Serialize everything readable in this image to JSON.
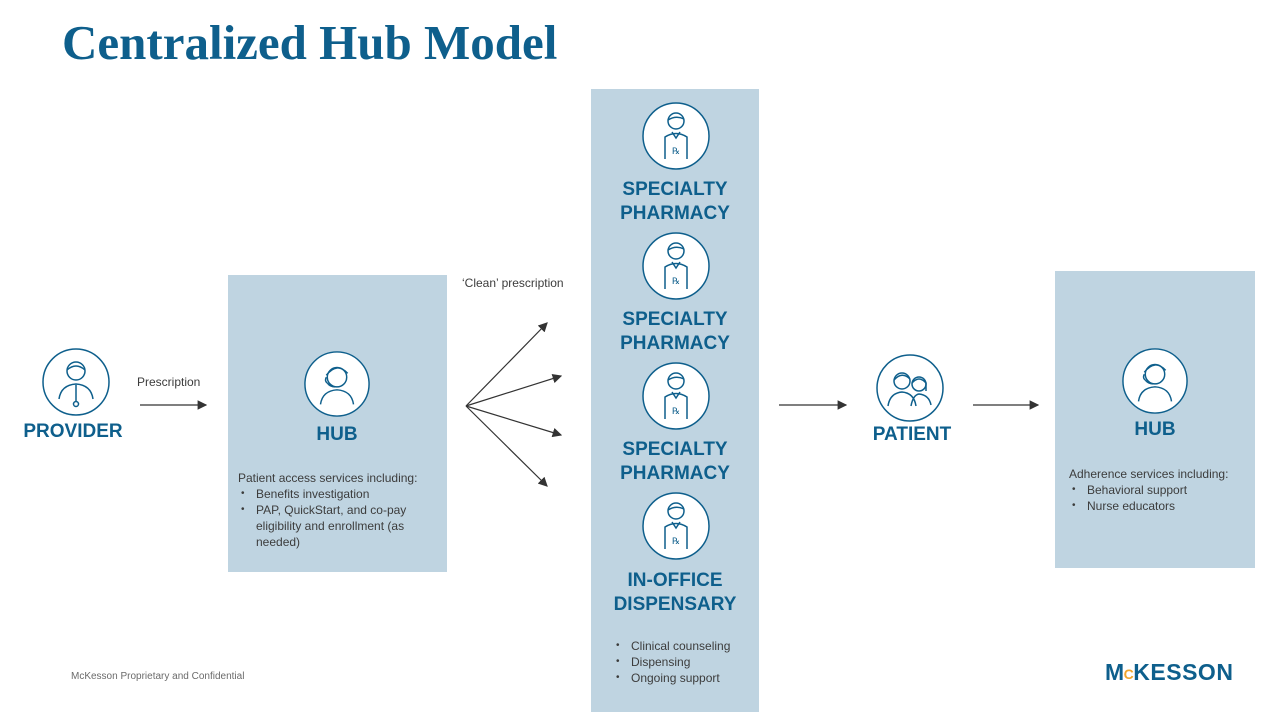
{
  "title": "Centralized Hub Model",
  "provider": {
    "label": "PROVIDER",
    "icon": "provider-icon"
  },
  "prescription_label": "Prescription",
  "clean_prescription_label": "‘Clean’ prescription",
  "hub_access": {
    "label": "HUB",
    "icon": "hub-agent-icon",
    "intro": "Patient access services including:",
    "items": [
      "Benefits investigation",
      "PAP, QuickStart, and co-pay eligibility and enrollment (as needed)"
    ]
  },
  "pharmacies": [
    {
      "line1": "SPECIALTY",
      "line2": "PHARMACY",
      "icon": "pharmacist-icon"
    },
    {
      "line1": "SPECIALTY",
      "line2": "PHARMACY",
      "icon": "pharmacist-icon"
    },
    {
      "line1": "SPECIALTY",
      "line2": "PHARMACY",
      "icon": "pharmacist-icon"
    },
    {
      "line1": "IN-OFFICE",
      "line2": "DISPENSARY",
      "icon": "pharmacist-icon"
    }
  ],
  "dispensary_services": [
    "Clinical counseling",
    "Dispensing",
    "Ongoing support"
  ],
  "patient": {
    "label": "PATIENT",
    "icon": "patient-icon"
  },
  "hub_adherence": {
    "label": "HUB",
    "icon": "hub-agent-icon",
    "intro": "Adherence services including:",
    "items": [
      "Behavioral support",
      "Nurse educators"
    ]
  },
  "footer_text": "McKesson Proprietary and Confidential",
  "logo": {
    "part1": "M",
    "accent": "C",
    "part2": "KESSON"
  },
  "colors": {
    "brand_blue": "#0e5f8c",
    "panel": "#bfd4e1",
    "logo_accent": "#f0a52c"
  }
}
